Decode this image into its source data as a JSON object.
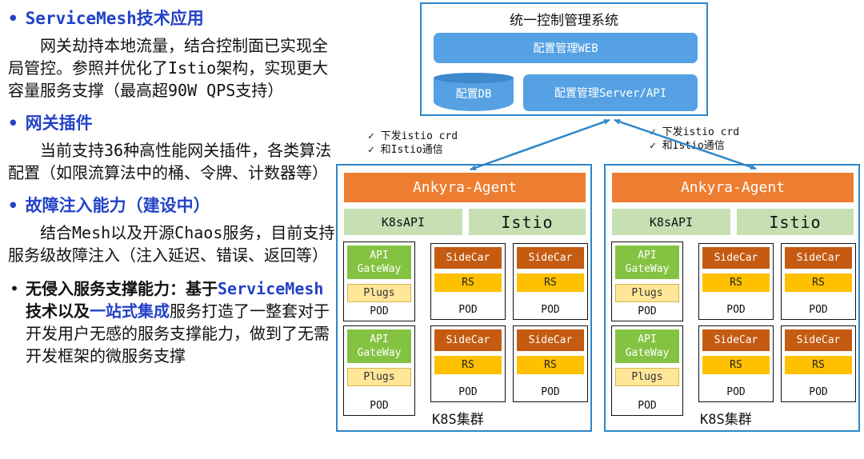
{
  "left_panel": {
    "bullet": "•",
    "sections": [
      {
        "heading": "ServiceMesh技术应用",
        "body": "网关劫持本地流量，结合控制面已实现全局管控。参照并优化了Istio架构，实现更大容量服务支撑（最高超90W QPS支持）"
      },
      {
        "heading": "网关插件",
        "body": "当前支持36种高性能网关插件，各类算法配置（如限流算法中的桶、令牌、计数器等）"
      },
      {
        "heading": "故障注入能力（建设中）",
        "body": "结合Mesh以及开源Chaos服务，目前支持服务级故障注入（注入延迟、错误、返回等）"
      }
    ],
    "final_bullet": {
      "prefix": "无侵入服务支撑能力：基于",
      "highlight1": "ServiceMesh",
      "middle": "技术以及",
      "highlight2": "一站式集成",
      "suffix": "服务打造了一整套对于开发用户无感的服务支撑能力，做到了无需开发框架的微服务支撑"
    }
  },
  "control_system": {
    "title": "统一控制管理系统",
    "web": "配置管理WEB",
    "db": "配置DB",
    "server": "配置管理Server/API"
  },
  "annotations": {
    "left": {
      "line1": "✓ 下发istio crd",
      "line2": "✓ 和Istio通信"
    },
    "right": {
      "line1": "✓ 下发istio crd",
      "line2": "✓ 和Istio通信"
    }
  },
  "cluster": {
    "agent": "Ankyra-Agent",
    "k8s_api": "K8sAPI",
    "istio": "Istio",
    "caption": "K8S集群"
  },
  "pod": {
    "gateway_line1": "API",
    "gateway_line2": "GateWay",
    "plugs": "Plugs",
    "sidecar": "SideCar",
    "rs": "RS",
    "pod": "POD"
  },
  "colors": {
    "heading_blue": "#2342C8",
    "diagram_blue": "#2E86C8",
    "box_blue": "#55A1E3",
    "cylinder_top_blue": "#3E88CC",
    "agent_orange": "#ED7D31",
    "light_green": "#C6E0B4",
    "gateway_green": "#84C341",
    "plugs_yellow": "#FFE699",
    "sidecar_brown": "#C55A11",
    "rs_amber": "#FFC000"
  }
}
